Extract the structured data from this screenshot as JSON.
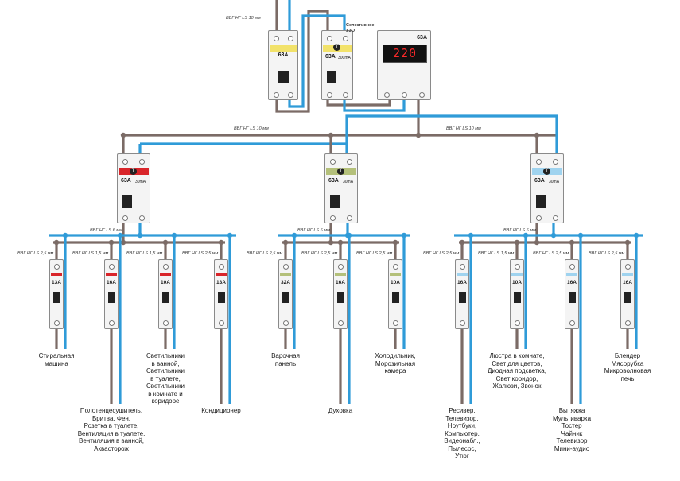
{
  "colors": {
    "phase": "#7b6b66",
    "neutral": "#2f9bd8",
    "rcd_red": "#d9252a",
    "rcd_olive": "#b4c07a",
    "rcd_blue": "#9fd3ef",
    "main_yellow": "#f2e26a"
  },
  "main": {
    "cable_top": "ВВГ НГ LS 10 мм",
    "breaker_rating": "63A",
    "rcd_title": "Селективное УЗО",
    "rcd_rating": "63A",
    "rcd_current": "300mA",
    "relay_rating": "63A",
    "relay_display": "220",
    "cable_left": "ВВГ НГ LS 10 мм",
    "cable_right": "ВВГ НГ LS 10 мм"
  },
  "groups": [
    {
      "rcd_rating": "63A",
      "rcd_current": "30mA",
      "cable": "ВВГ НГ LS 6 мм",
      "breakers": [
        {
          "rating": "13A",
          "cable": "ВВГ НГ LS 2,5 мм",
          "load": "Стиральная\nмашина"
        },
        {
          "rating": "16A",
          "cable": "ВВГ НГ LS 1,5 мм",
          "load": "Полотенцесушитель,\nБритва, Фен,\nРозетка в туалете,\nВентиляция в туалете,\nВентиляция в ванной,\nАквасторож"
        },
        {
          "rating": "10A",
          "cable": "ВВГ НГ LS 1,5 мм",
          "load": "Светильники\nв ванной,\nСветильники\nв туалете,\nСветильники\nв комнате и\nкоридоре"
        },
        {
          "rating": "13A",
          "cable": "ВВГ НГ LS 2,5 мм",
          "load": "Кондиционер"
        }
      ]
    },
    {
      "rcd_rating": "63A",
      "rcd_current": "30mA",
      "cable": "ВВГ НГ LS 6 мм",
      "breakers": [
        {
          "rating": "32A",
          "cable": "ВВГ НГ LS 2,5 мм",
          "load": "Варочная\nпанель"
        },
        {
          "rating": "16A",
          "cable": "ВВГ НГ LS 2,5 мм",
          "load": "Духовка"
        },
        {
          "rating": "10A",
          "cable": "ВВГ НГ LS 2,5 мм",
          "load": "Холодильник,\nМорозильная\nкамера"
        }
      ]
    },
    {
      "rcd_rating": "63A",
      "rcd_current": "30mA",
      "cable": "ВВГ НГ LS 6 мм",
      "breakers": [
        {
          "rating": "16A",
          "cable": "ВВГ НГ LS 2,5 мм",
          "load": "Ресивер,\nТелевизор,\nНоутбуки,\nКомпьютер,\nВидеонабл.,\nПылесос,\nУтюг"
        },
        {
          "rating": "10A",
          "cable": "ВВГ НГ LS 1,5 мм",
          "load": "Люстра в комнате,\nСвет для цветов,\nДиодная подсветка,\nСвет коридор,\nЖалюзи, Звонок"
        },
        {
          "rating": "16A",
          "cable": "ВВГ НГ LS 2,5 мм",
          "load": "Вытяжка\nМультиварка\nТостер\nЧайник\nТелевизор\nМини-аудио"
        },
        {
          "rating": "16A",
          "cable": "ВВГ НГ LS 2,5 мм",
          "load": "Блендер\nМясорубка\nМикроволновая\nпечь"
        }
      ]
    }
  ]
}
